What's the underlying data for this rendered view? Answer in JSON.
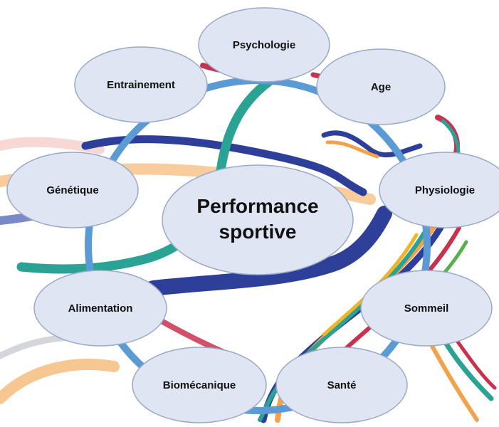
{
  "diagram": {
    "center": {
      "line1": "Performance",
      "line2": "sportive"
    },
    "nodes": [
      {
        "label": "Psychologie"
      },
      {
        "label": "Age"
      },
      {
        "label": "Physiologie"
      },
      {
        "label": "Sommeil"
      },
      {
        "label": "Santé"
      },
      {
        "label": "Biomécanique"
      },
      {
        "label": "Alimentation"
      },
      {
        "label": "Génétique"
      },
      {
        "label": "Entrainement"
      }
    ],
    "colors": {
      "ellipse_fill": "#dfe5f3",
      "ellipse_stroke": "#9aa9c6",
      "ring": "#5b9bd5",
      "navy": "#2e3f9a",
      "teal": "#2ba394",
      "orange": "#f2a24a",
      "crimson": "#c8324e",
      "gold": "#f0b429",
      "green": "#58b04c"
    }
  }
}
